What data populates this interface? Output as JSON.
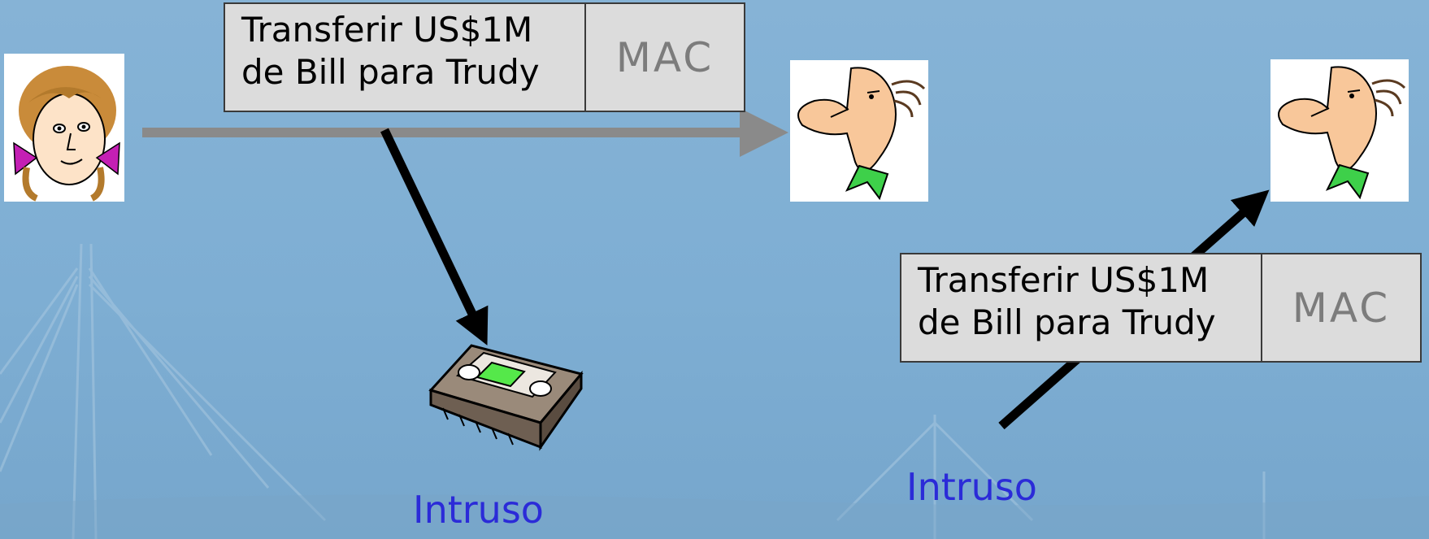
{
  "scene_left": {
    "message": {
      "line1": "Transferir US$1M",
      "line2": "de Bill para Trudy",
      "mac": "MAC"
    },
    "sender_icon": "alice-icon",
    "receiver_icon": "bob-icon",
    "recorder_icon": "cassette-recorder-icon",
    "intruder_label": "Intruso"
  },
  "scene_right": {
    "message": {
      "line1": "Transferir US$1M",
      "line2": "de Bill para Trudy",
      "mac": "MAC"
    },
    "receiver_icon": "bob-icon",
    "intruder_label": "Intruso"
  },
  "colors": {
    "background": "#82b0d4",
    "arrow_gray": "#8a8a8a",
    "arrow_black": "#000000",
    "label_blue": "#2b2bd8",
    "box_fill": "#dcdcdc"
  }
}
